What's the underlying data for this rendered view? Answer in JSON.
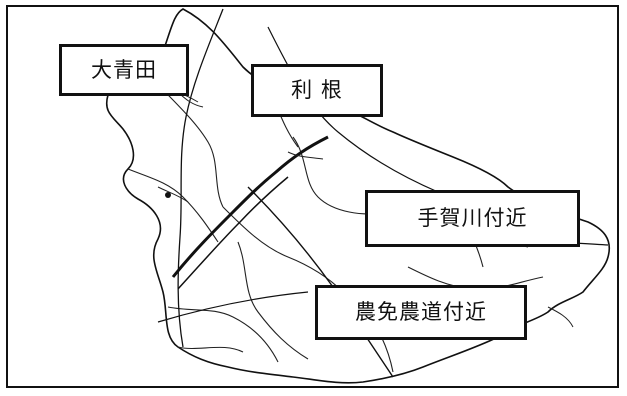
{
  "map": {
    "labels": {
      "oaoda": "大青田",
      "tone": "利 根",
      "tega": "手賀川付近",
      "nomen": "農免農道付近"
    },
    "colors": {
      "ink": "#111111",
      "background": "#ffffff"
    }
  }
}
